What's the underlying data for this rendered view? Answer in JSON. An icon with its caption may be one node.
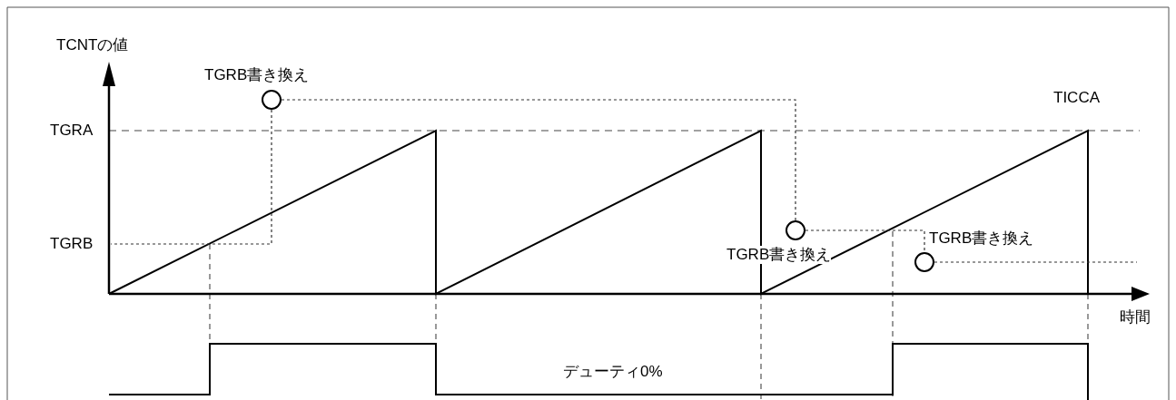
{
  "diagram": {
    "nodes": [
      {
        "text": [],
        "shape": "circle",
        "beside": [
          "TGRB書き換え"
        ]
      },
      {
        "text": [],
        "shape": "circle",
        "beside": [
          "TGRB書き換え"
        ]
      },
      {
        "text": [],
        "shape": "circle",
        "beside": [
          "TGRB書き換え"
        ]
      }
    ],
    "edges": [
      {
        "from": 0,
        "to": 1,
        "arrow": "none",
        "style": "dashed"
      },
      {
        "from": 1,
        "to": 2,
        "arrow": "none",
        "style": "dashed"
      },
      {
        "from": 0,
        "to": null,
        "arrow": "none",
        "style": "dashed"
      },
      {
        "from": 2,
        "to": null,
        "arrow": "none",
        "style": "dashed"
      }
    ],
    "labels": [
      "TCNTの値",
      "TGRA",
      "TICCA",
      "TGRB",
      "時間",
      "デューティ0%"
    ]
  }
}
